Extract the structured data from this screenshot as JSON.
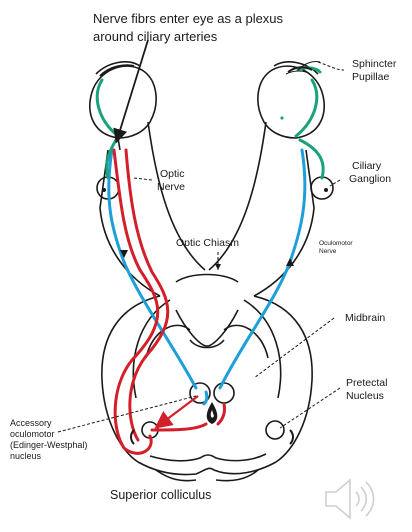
{
  "labels": {
    "annotation_line1": "Nerve fibrs enter eye as a plexus",
    "annotation_line2": "around ciliary arteries",
    "sphincter_line1": "Sphincter",
    "sphincter_line2": "Pupillae",
    "ciliary_line1": "Ciliary",
    "ciliary_line2": "Ganglion",
    "optic_nerve_line1": "Optic",
    "optic_nerve_line2": "Nerve",
    "optic_chiasm": "Optic Chiasm",
    "oculomotor_line1": "Oculomotor",
    "oculomotor_line2": "Nerve",
    "midbrain": "Midbrain",
    "pretectal_line1": "Pretectal",
    "pretectal_line2": "Nucleus",
    "accessory_line1": "Accessory",
    "accessory_line2": "oculomotor",
    "accessory_line3": "(Edinger-Westphal)",
    "accessory_line4": "nucleus",
    "superior_colliculus": "Superior colliculus"
  },
  "colors": {
    "afferent_pathway": "#1e9fd8",
    "efferent_pathway": "#d41f2a",
    "postganglionic": "#1aa37a",
    "outline": "#1a1a1a"
  },
  "icons": {
    "audio": "speaker-icon"
  }
}
